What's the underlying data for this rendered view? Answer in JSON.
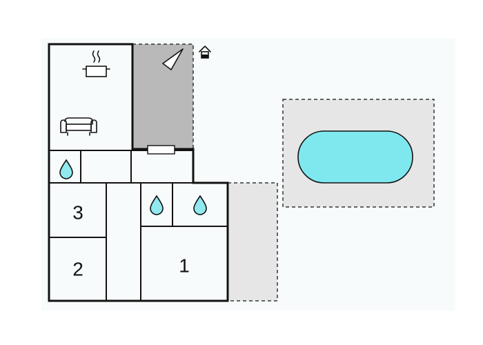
{
  "colors": {
    "background": "#f7fbfc",
    "wall": "#111111",
    "terrace_dark": "#b9b9b9",
    "terrace_light": "#e6e6e6",
    "pool_surround": "#e6e6e6",
    "pool_water": "#7fe8ee",
    "water_drop": "#8fe9ef"
  },
  "rooms": [
    {
      "id": "bedroom-1",
      "number": "1"
    },
    {
      "id": "bedroom-2",
      "number": "2"
    },
    {
      "id": "bedroom-3",
      "number": "3"
    }
  ],
  "icons": {
    "kitchen": "cooking-pot-icon",
    "living": "sofa-icon",
    "bathroom": "water-drop-icon",
    "entrance": "house-entrance-icon",
    "view": "view-angle-icon"
  }
}
